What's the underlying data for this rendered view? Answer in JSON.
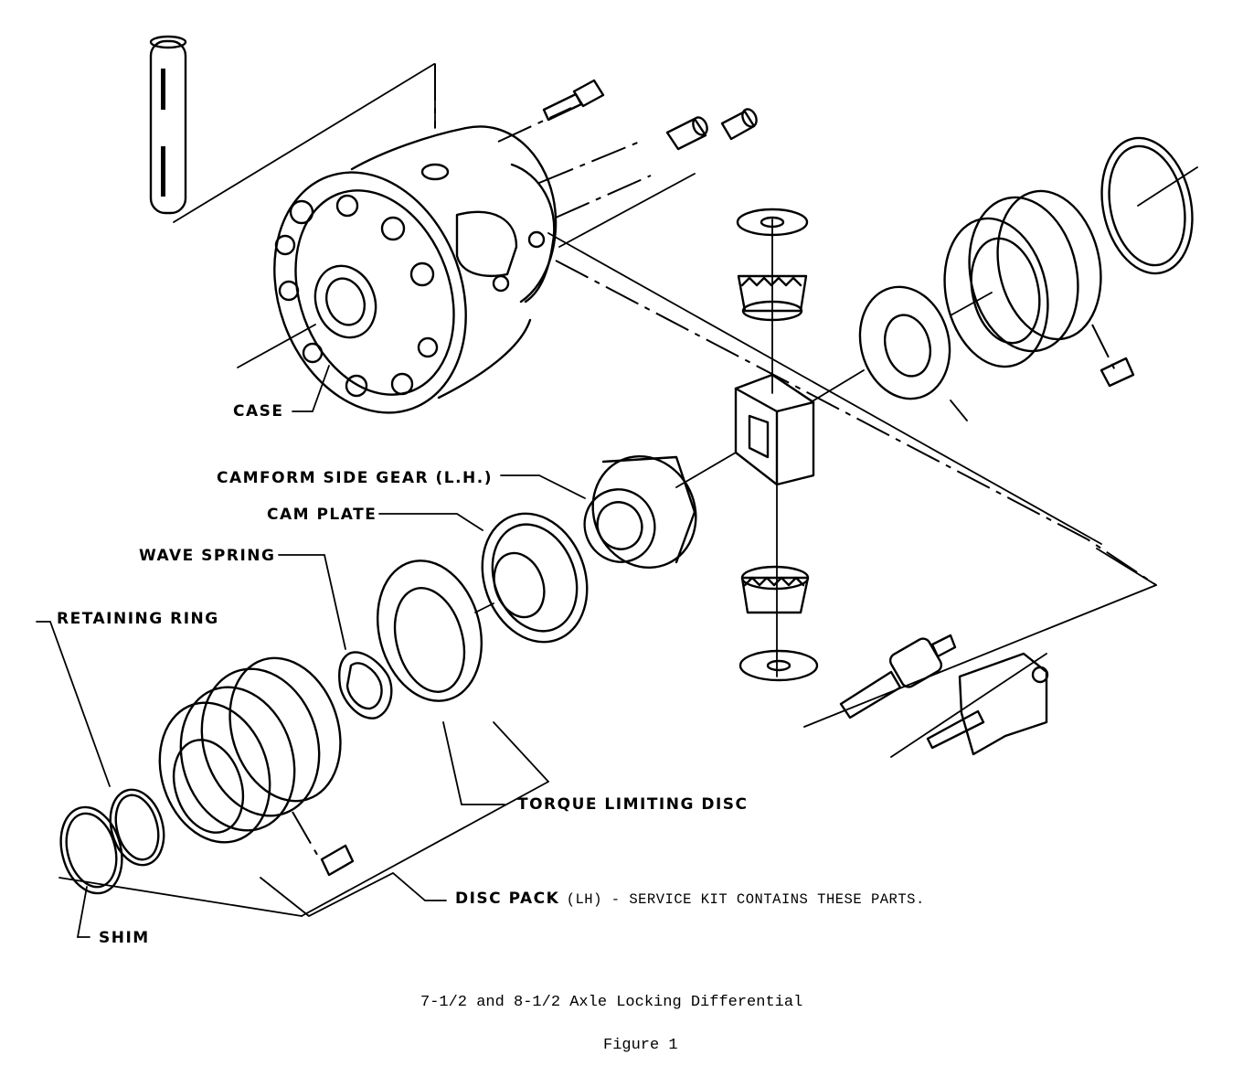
{
  "labels": {
    "case": "CASE",
    "camform_side_gear": "CAMFORM SIDE GEAR (L.H.)",
    "cam_plate": "CAM PLATE",
    "wave_spring": "WAVE SPRING",
    "retaining_ring": "RETAINING RING",
    "torque_limiting_disc": "TORQUE LIMITING DISC",
    "disc_pack": "DISC PACK",
    "disc_pack_note": "(LH) - SERVICE KIT CONTAINS THESE PARTS.",
    "shim": "SHIM"
  },
  "caption": {
    "title": "7-1/2 and 8-1/2 Axle Locking Differential",
    "figure": "Figure 1"
  }
}
